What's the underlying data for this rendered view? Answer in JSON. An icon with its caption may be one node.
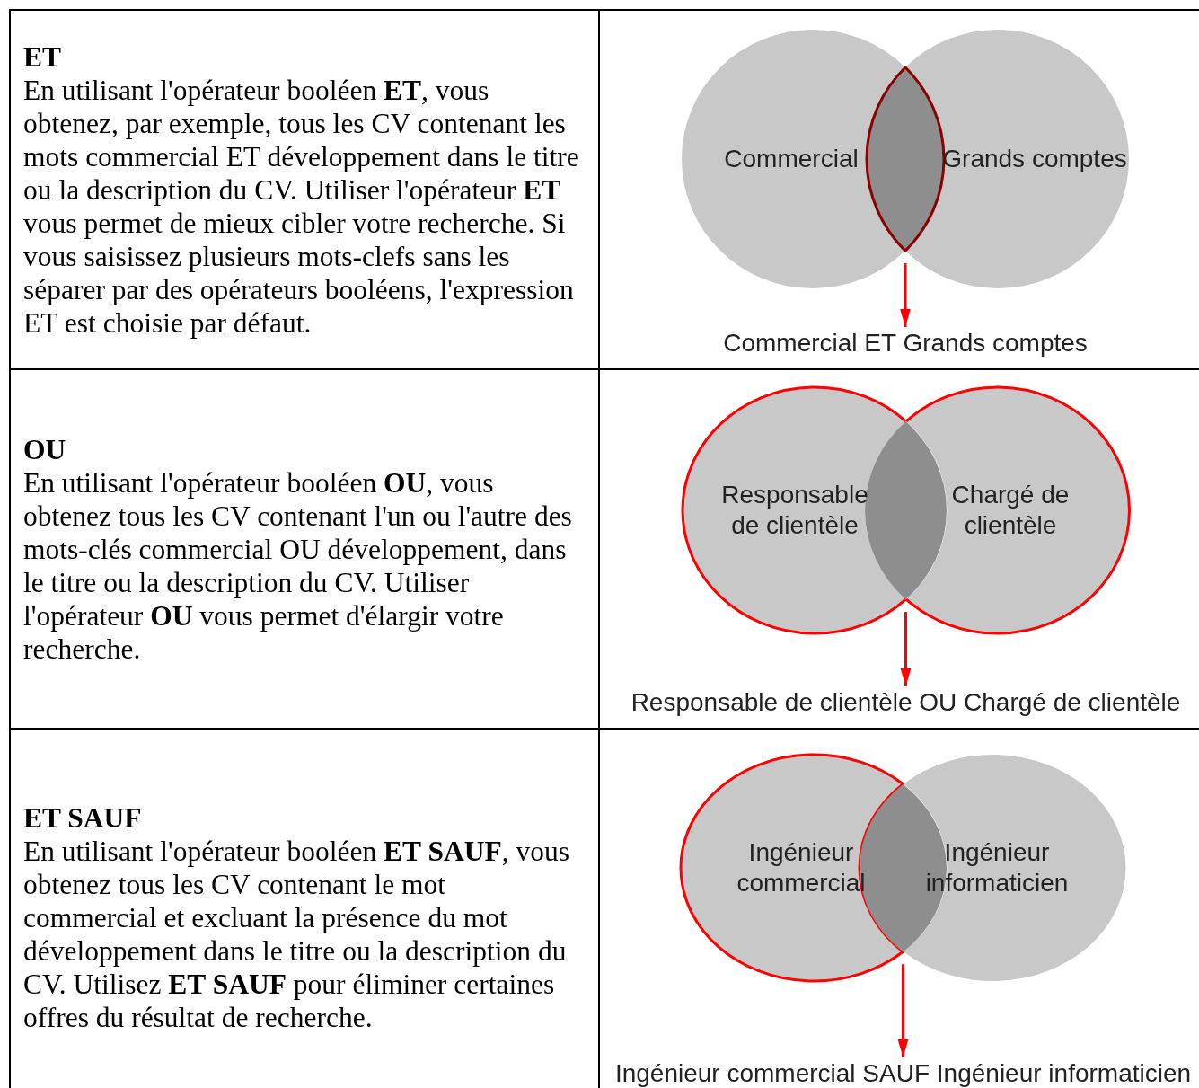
{
  "diagram": {
    "nodes": [
      {
        "text": [
          "Commercial"
        ]
      },
      {
        "text": [
          "Grands comptes"
        ]
      },
      {
        "text": [],
        "shape": "lens"
      },
      {
        "text": [
          "Commercial ET Grands comptes"
        ]
      },
      {
        "text": [
          "Responsable de clientèle"
        ]
      },
      {
        "text": [
          "Chargé de clientèle"
        ]
      },
      {
        "text": [],
        "shape": "lens"
      },
      {
        "text": [
          "Responsable de clientèle OU Chargé de clientèle"
        ]
      },
      {
        "text": [
          "Ingénieur commercial"
        ]
      },
      {
        "text": [
          "Ingénieur informaticien"
        ]
      },
      {
        "text": [],
        "shape": "lens"
      },
      {
        "text": [
          "Ingénieur commercial SAUF Ingénieur informaticien"
        ]
      }
    ],
    "edges": [
      {
        "from": 2,
        "to": 3,
        "arrow": "to"
      },
      {
        "from": 6,
        "to": 7,
        "arrow": "to"
      },
      {
        "from": 10,
        "to": 11,
        "arrow": "to"
      }
    ],
    "labels": [
      "ET",
      "En utilisant l'opérateur booléen **ET**, vous obtenez, par exemple, tous les CV contenant les mots commercial ET développement dans le titre ou la description du CV. Utiliser l'opérateur **ET** vous permet de mieux cibler votre recherche. Si vous saisissez plusieurs mots-clefs sans les séparer par des opérateurs booléens, l'expression ET est choisie par défaut.",
      "OU",
      "En utilisant l'opérateur booléen **OU**, vous obtenez tous les CV contenant l'un ou l'autre des mots-clés commercial OU développement, dans le titre ou la description du CV. Utiliser l'opérateur **OU** vous permet d'élargir votre recherche.",
      "ET SAUF",
      "En utilisant l'opérateur booléen **ET SAUF**, vous obtenez tous les CV contenant le mot commercial et excluant la présence du mot développement dans le titre ou la description du CV. Utilisez **ET SAUF** pour éliminer certaines offres du résultat de recherche."
    ]
  }
}
